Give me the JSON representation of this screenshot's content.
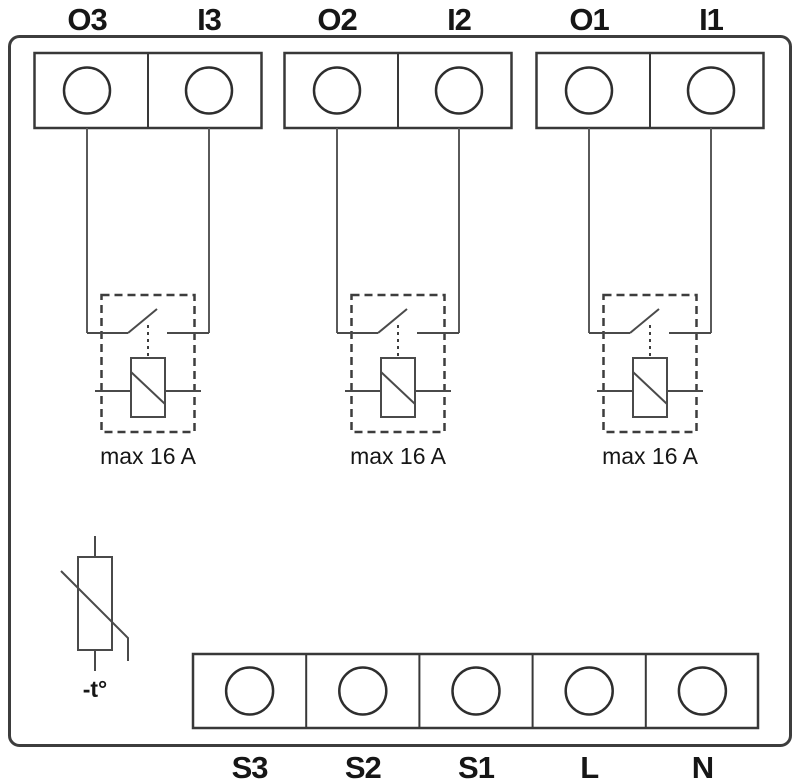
{
  "colors": {
    "line": "#3d3d3d",
    "wire": "#5a5a5a",
    "text": "#161616",
    "background": "#ffffff"
  },
  "channels": [
    {
      "output_label": "O3",
      "input_label": "I3",
      "rating_label": "max 16 A"
    },
    {
      "output_label": "O2",
      "input_label": "I2",
      "rating_label": "max 16 A"
    },
    {
      "output_label": "O1",
      "input_label": "I1",
      "rating_label": "max 16 A"
    }
  ],
  "temperature_sensor": {
    "label": "-t°"
  },
  "bottom_terminals": [
    {
      "label": "S3"
    },
    {
      "label": "S2"
    },
    {
      "label": "S1"
    },
    {
      "label": "L"
    },
    {
      "label": "N"
    }
  ]
}
